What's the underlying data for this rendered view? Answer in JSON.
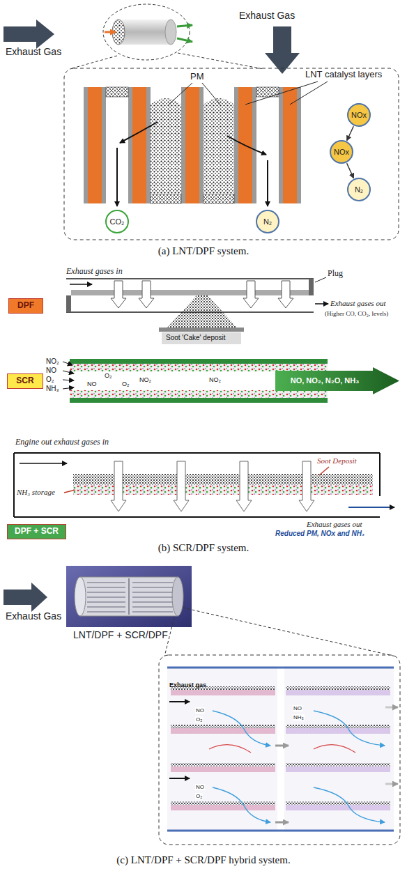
{
  "diagram": {
    "nodes": [
      {
        "text": [
          "NOx"
        ]
      },
      {
        "text": [
          "NOx"
        ]
      },
      {
        "text": [
          "N₂"
        ]
      },
      {
        "text": [
          "CO₂"
        ]
      },
      {
        "text": [
          "N₂"
        ]
      },
      {
        "text": [
          "DPF"
        ]
      },
      {
        "text": [
          "SCR"
        ]
      },
      {
        "text": [
          "NO, NO₂, N₂O, NH₃"
        ]
      },
      {
        "text": [
          "DPF + SCR"
        ]
      }
    ],
    "edges": [
      {
        "from": 0,
        "to": 1,
        "arrow": "to"
      },
      {
        "from": 1,
        "to": 2,
        "arrow": "to"
      }
    ],
    "labels": [
      "Exhaust Gas",
      "Exhaust Gas",
      "PM",
      "LNT catalyst layers",
      "(a) LNT/DPF system.",
      "Exhaust gases in",
      "Plug",
      "Exhaust gases out",
      "(Higher CO, CO₂, levels)",
      "Soot 'Cake' deposit",
      "NO₂",
      "NO",
      "O₂",
      "NH₃",
      "NO",
      "O₂",
      "O₂",
      "NO₂",
      "NO₂",
      "Engine out exhaust gases in",
      "Soot Deposit",
      "NH₃ storage",
      "Exhaust gases out",
      "Reduced PM, NOx and NH₃",
      "(b) SCR/DPF system.",
      "Exhaust Gas",
      "LNT/DPF + SCR/DPF",
      "Exhaust gas",
      "NO",
      "O₂",
      "NO",
      "O₂",
      "NO",
      "NH₃",
      "(c) LNT/DPF + SCR/DPF hybrid system."
    ]
  }
}
